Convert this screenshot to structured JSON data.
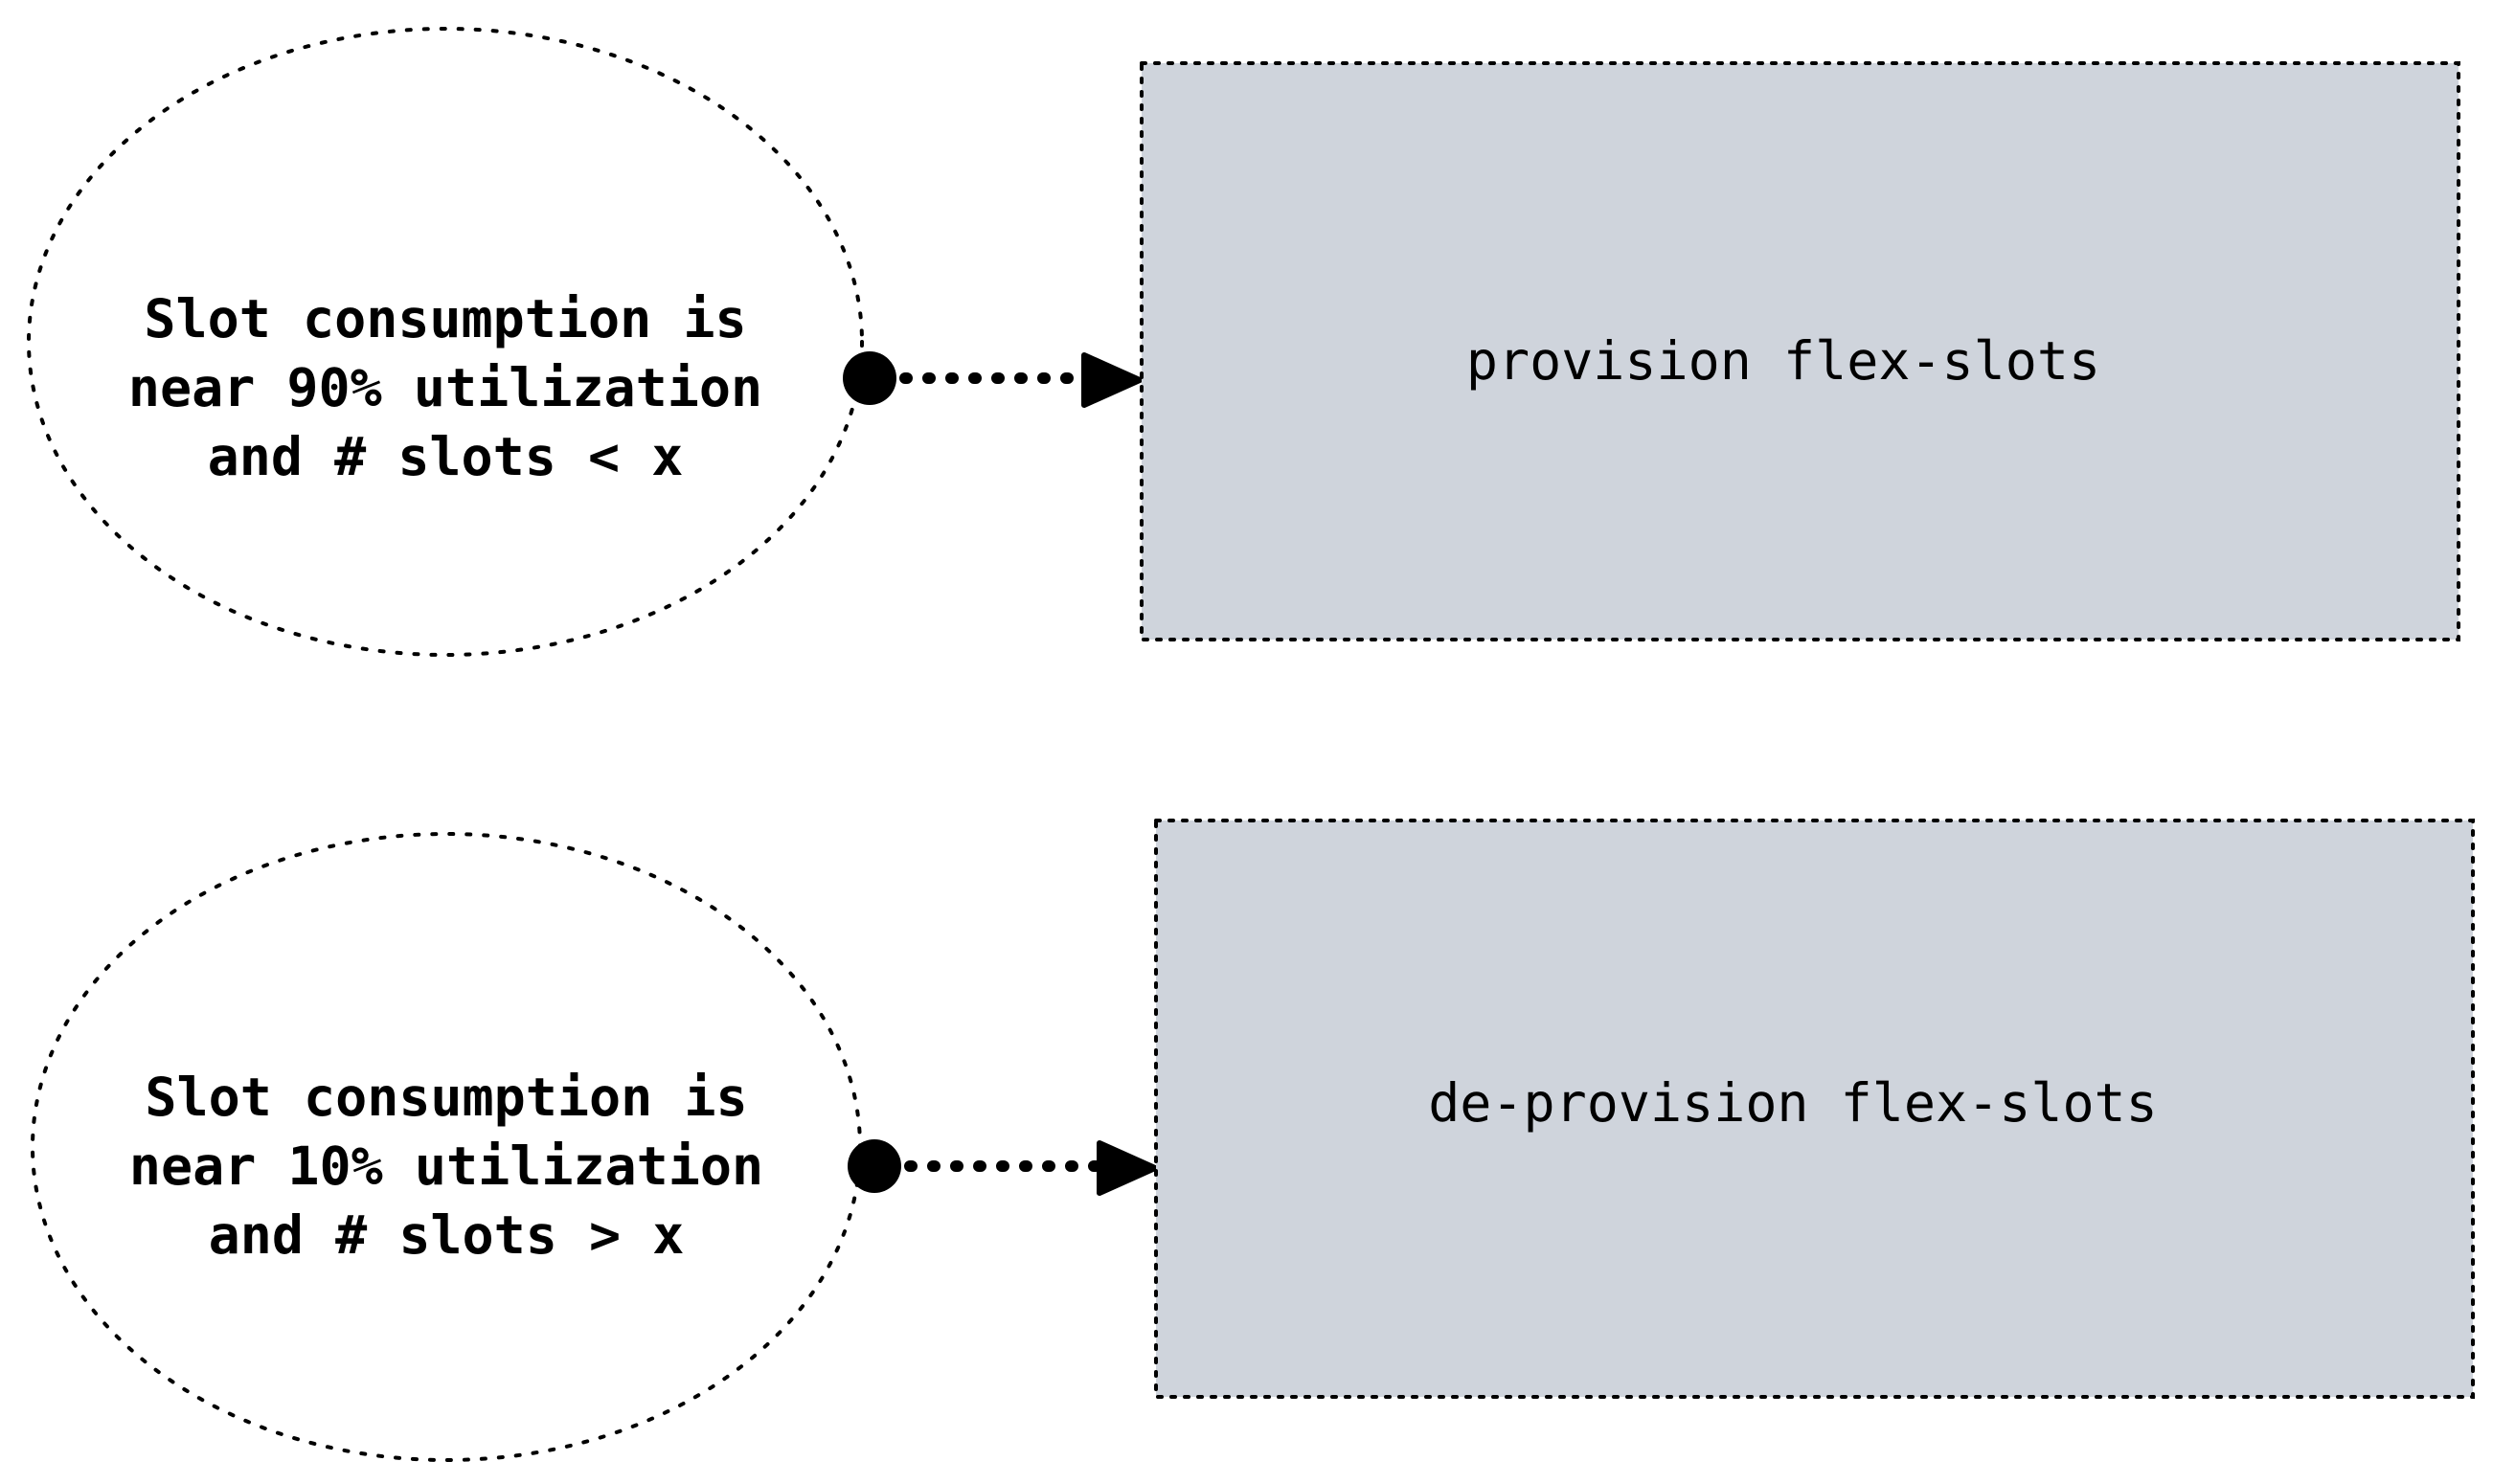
{
  "colors": {
    "box_fill": "#cfd4dc",
    "stroke": "#000000",
    "background": "#ffffff"
  },
  "nodes": {
    "scale_up_condition": {
      "lines": [
        "Slot consumption is",
        "near 90% utilization",
        "and # slots < x"
      ]
    },
    "provision_action": {
      "label": "provision flex-slots"
    },
    "scale_down_condition": {
      "lines": [
        "Slot consumption is",
        "near 10% utilization",
        "and # slots > x"
      ]
    },
    "deprovision_action": {
      "label": "de-provision flex-slots"
    }
  }
}
